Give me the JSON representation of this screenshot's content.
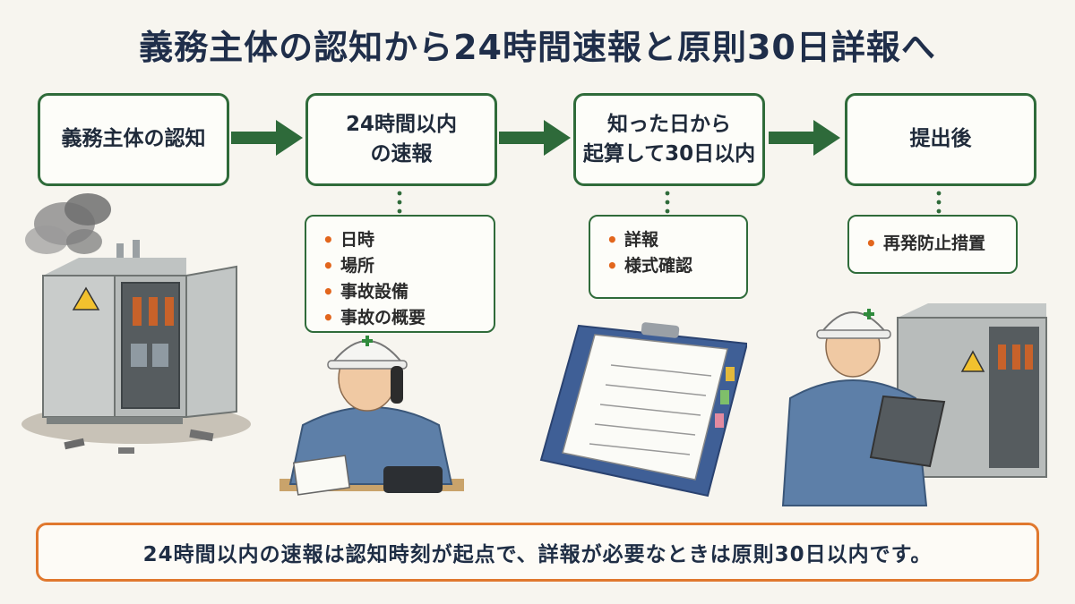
{
  "title": "義務主体の認知から24時間速報と原則30日詳報へ",
  "steps": [
    {
      "label": "義務主体の認知"
    },
    {
      "label": "24時間以内\nの速報"
    },
    {
      "label": "知った日から\n起算して30日以内"
    },
    {
      "label": "提出後"
    }
  ],
  "details": {
    "sokuhou": [
      "日時",
      "場所",
      "事故設備",
      "事故の概要"
    ],
    "shouhou": [
      "詳報",
      "様式確認"
    ],
    "teishutsugo": [
      "再発防止措置"
    ]
  },
  "footer": "24時間以内の速報は認知時刻が起点で、詳報が必要なときは原則30日以内です。",
  "colors": {
    "box_border": "#2f6b3a",
    "arrow": "#2e6a3a",
    "bullet": "#e2661d",
    "footer_border": "#e0782e",
    "title": "#1f2e4a"
  }
}
